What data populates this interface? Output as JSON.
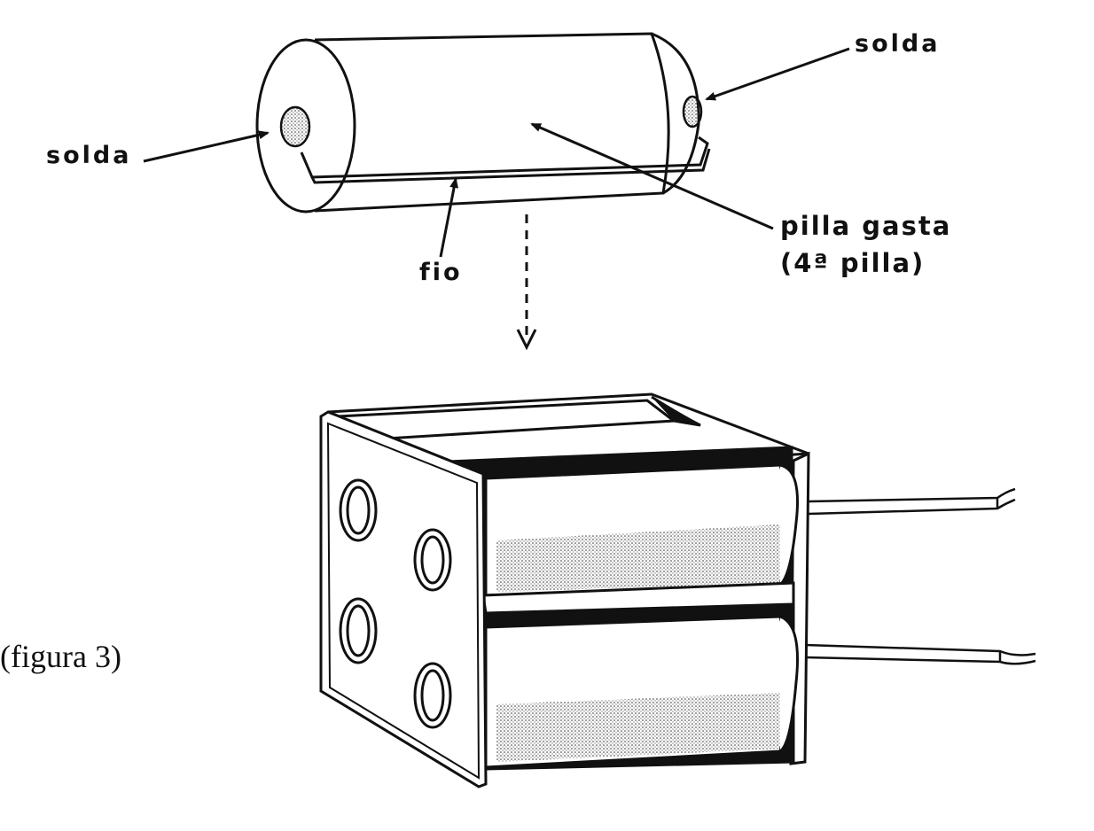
{
  "labels": {
    "solder_left": "solda",
    "solder_right": "solda",
    "wire": "fio",
    "dead_cell_line1": "pilla gasta",
    "dead_cell_line2": "(4ª pilla)"
  },
  "caption": "(figura 3)"
}
